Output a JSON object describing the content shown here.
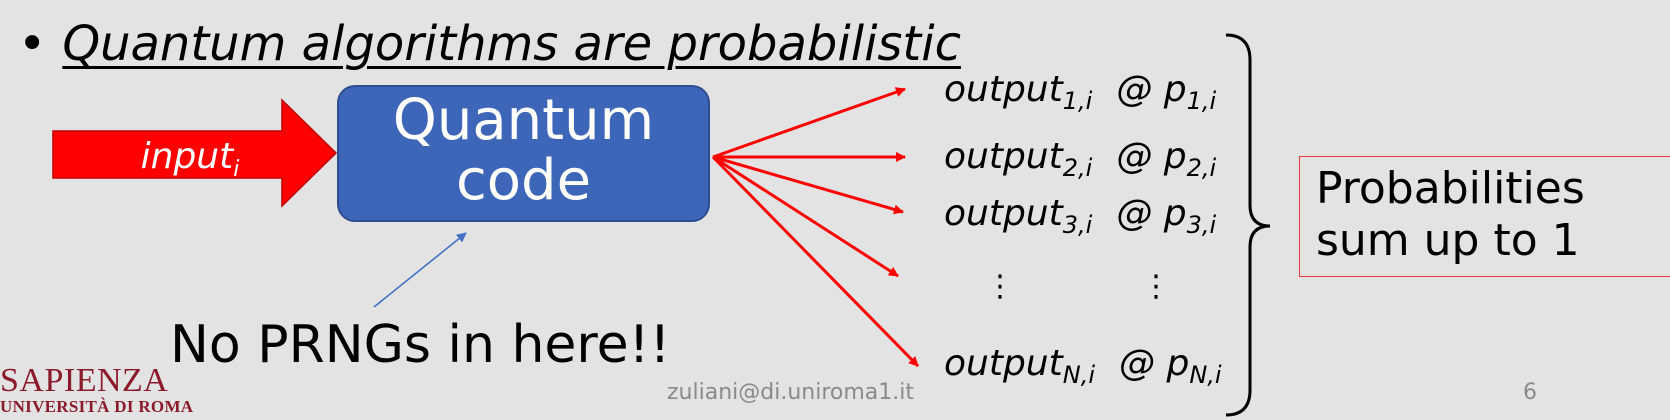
{
  "slide": {
    "bullet": "•",
    "heading": "Quantum algorithms are probabilistic",
    "input": {
      "base": "input",
      "sub": "i"
    },
    "quantum_box": {
      "line1": "Quantum",
      "line2": "code"
    },
    "outputs": [
      {
        "name": "output",
        "sub": "1,i",
        "prob": "p",
        "prob_sub": "1,i"
      },
      {
        "name": "output",
        "sub": "2,i",
        "prob": "p",
        "prob_sub": "2,i"
      },
      {
        "name": "output",
        "sub": "3,i",
        "prob": "p",
        "prob_sub": "3,i"
      },
      {
        "name": "output",
        "sub": "N,i",
        "prob": "p",
        "prob_sub": "N,i"
      }
    ],
    "at_symbol": "@",
    "ellipsis": "⋮",
    "probabilities_note": {
      "line1": "Probabilities",
      "line2": "sum up to 1"
    },
    "annotation": "No PRNGs in here!!",
    "footer": {
      "email": "zuliani@di.uniroma1.it",
      "page_number": "6"
    },
    "logo": {
      "line1": "SAPIENZA",
      "line2": "UNIVERSITÀ DI ROMA"
    }
  },
  "colors": {
    "background": "#e3e3e3",
    "arrow_red": "#ff0000",
    "box_blue": "#3e66b8",
    "pointer_blue": "#4472c4",
    "logo_red": "#8b1a2b"
  }
}
